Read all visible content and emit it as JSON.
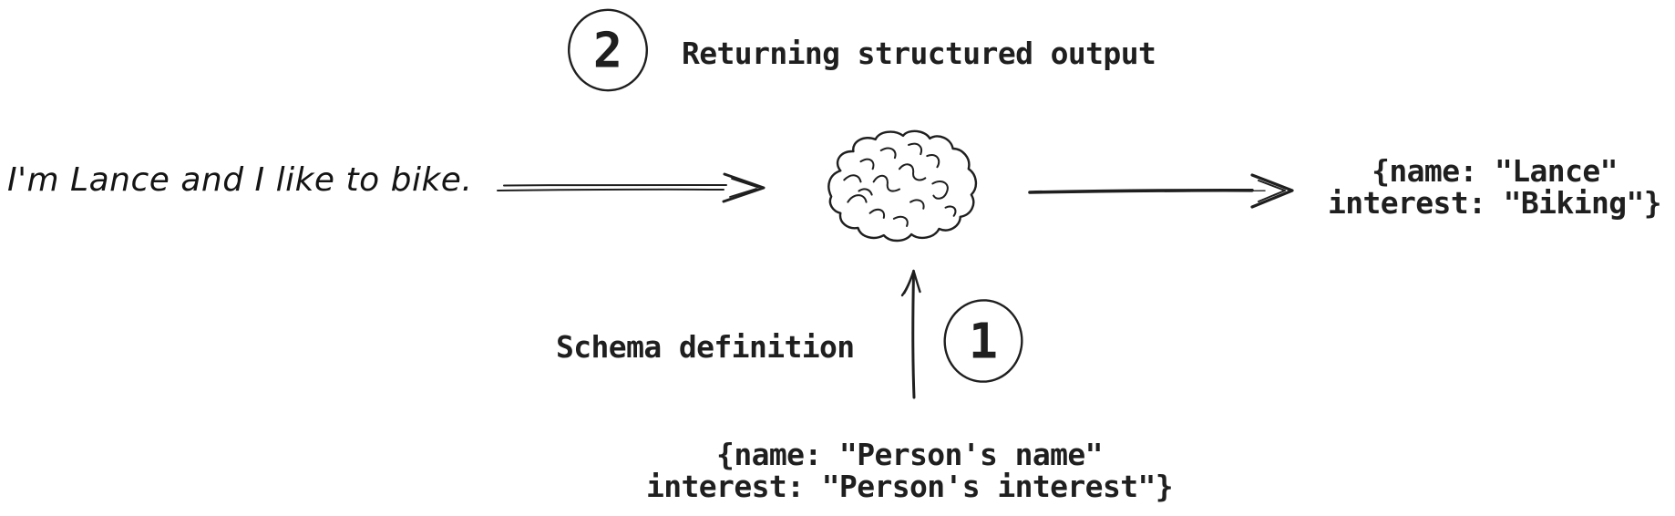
{
  "page": {
    "background": "#ffffff",
    "ink_color": "#1f1f1f"
  },
  "header": {
    "step_badge": "2",
    "title": "Returning structured output"
  },
  "input_message": {
    "text": "I'm Lance and I like to bike."
  },
  "model": {
    "icon": "brain-icon"
  },
  "structured_output": {
    "line1": "{name: \"Lance\"",
    "line2": "interest: \"Biking\"}"
  },
  "schema": {
    "step_badge": "1",
    "label": "Schema definition",
    "definition_line1": "{name: \"Person's name\"",
    "definition_line2": "interest: \"Person's interest\"}"
  }
}
